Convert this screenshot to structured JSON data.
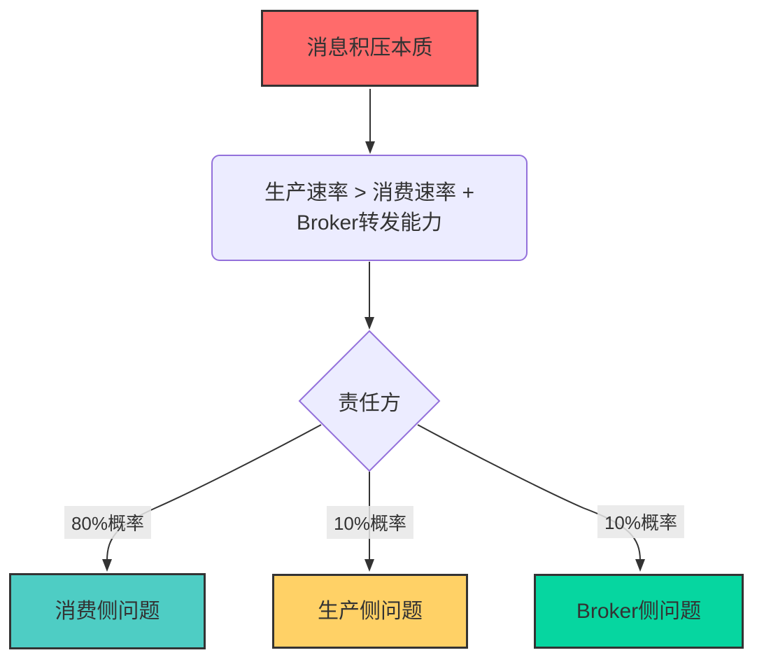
{
  "diagram": {
    "background": "#ffffff",
    "line_color": "#333333",
    "edge_label_bg": "#e8e8e8",
    "text_color": "#333333",
    "nodes": {
      "essence": {
        "label": "消息积压本质",
        "fill": "#FF6B6B",
        "border": "#333333",
        "shape": "rectangle"
      },
      "formula": {
        "lines": [
          "生产速率 > 消费速率 +",
          "Broker转发能力"
        ],
        "fill": "#ECECFF",
        "border": "#9370DB",
        "shape": "rounded-rectangle"
      },
      "decision": {
        "label": "责任方",
        "fill": "#ECECFF",
        "border": "#9370DB",
        "shape": "diamond"
      },
      "consumer": {
        "label": "消费侧问题",
        "fill": "#4ECDC4",
        "border": "#333333",
        "shape": "rectangle"
      },
      "producer": {
        "label": "生产侧问题",
        "fill": "#FFD166",
        "border": "#333333",
        "shape": "rectangle"
      },
      "broker": {
        "label": "Broker侧问题",
        "fill": "#06D6A0",
        "border": "#333333",
        "shape": "rectangle"
      }
    },
    "edges": [
      {
        "from": "essence",
        "to": "formula",
        "label": ""
      },
      {
        "from": "formula",
        "to": "decision",
        "label": ""
      },
      {
        "from": "decision",
        "to": "consumer",
        "label": "80%概率"
      },
      {
        "from": "decision",
        "to": "producer",
        "label": "10%概率"
      },
      {
        "from": "decision",
        "to": "broker",
        "label": "10%概率"
      }
    ],
    "edge_labels": {
      "consumer": "80%概率",
      "producer": "10%概率",
      "broker": "10%概率"
    }
  }
}
